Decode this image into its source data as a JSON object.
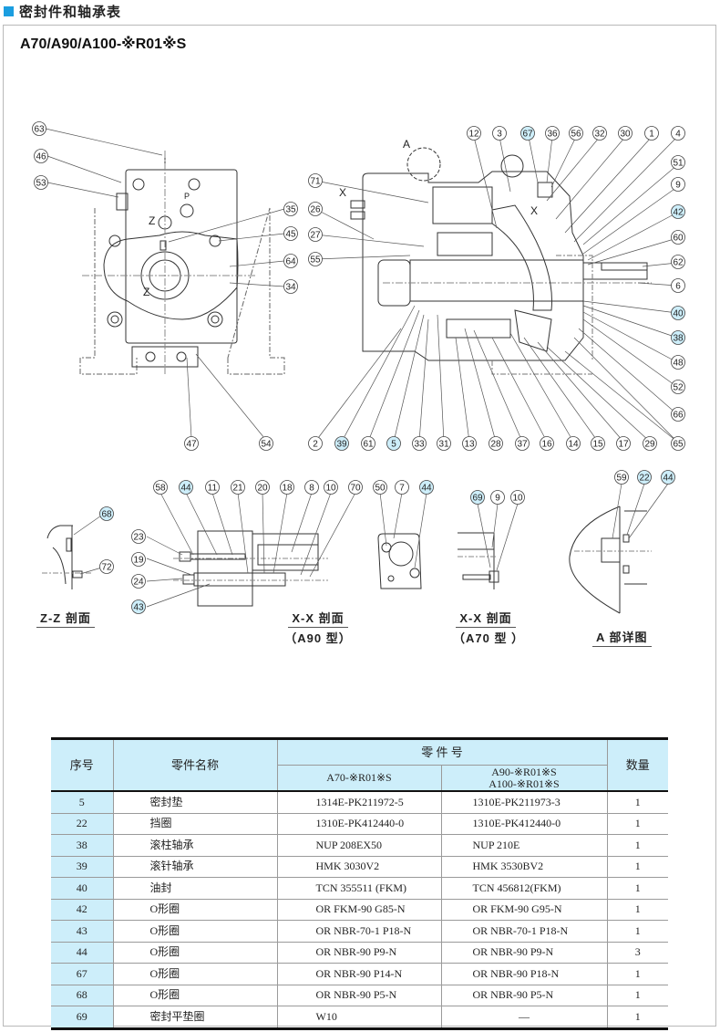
{
  "section": {
    "title": "密封件和轴承表",
    "accent_color": "#1b9ee0"
  },
  "model_title": "A70/A90/A100-※R01※S",
  "drawing": {
    "front_view_labels": [
      "63",
      "46",
      "53",
      "35",
      "45",
      "64",
      "34",
      "47",
      "54"
    ],
    "front_view_marks": {
      "z1": "Z",
      "z2": "Z",
      "p": "P"
    },
    "section_view_labels_top": [
      "12",
      "3",
      "67",
      "36",
      "56",
      "32",
      "30",
      "1",
      "4"
    ],
    "section_view_labels_left": [
      "71",
      "26",
      "27",
      "55"
    ],
    "section_view_labels_right": [
      "51",
      "9",
      "42",
      "60",
      "62",
      "6",
      "40",
      "38",
      "48",
      "52",
      "66"
    ],
    "section_view_labels_bottom": [
      "2",
      "39",
      "61",
      "5",
      "33",
      "31",
      "13",
      "28",
      "37",
      "16",
      "14",
      "15",
      "17",
      "29",
      "65"
    ],
    "section_view_marks": {
      "a": "A",
      "x1": "X",
      "x2": "X"
    },
    "zz_labels": [
      "68",
      "72"
    ],
    "xx_a90_labels_top": [
      "58",
      "44",
      "11",
      "21",
      "20",
      "18",
      "8",
      "10",
      "70"
    ],
    "xx_a90_labels_left": [
      "23",
      "19",
      "24",
      "43"
    ],
    "cover_labels": [
      "50",
      "7",
      "44"
    ],
    "xx_a70_labels": [
      "69",
      "9",
      "10"
    ],
    "detail_a_labels": [
      "59",
      "22",
      "44"
    ],
    "highlighted_labels": [
      "67",
      "42",
      "40",
      "38",
      "39",
      "5",
      "68",
      "44",
      "43",
      "69",
      "22"
    ],
    "highlight_color": "#cdeefa",
    "captions": {
      "zz": "Z-Z 剖面",
      "xx_a90": "X-X 剖面",
      "xx_a90_sub": "（A90 型）",
      "xx_a70": "X-X 剖面",
      "xx_a70_sub": "（A70 型 ）",
      "detail_a": "A 部详图"
    }
  },
  "table": {
    "headers": {
      "no": "序号",
      "name": "零件名称",
      "part_no": "零 件 号",
      "a70": "A70-※R01※S",
      "a90_line1": "A90-※R01※S",
      "a90_line2": "A100-※R01※S",
      "qty": "数量"
    },
    "rows": [
      {
        "no": "5",
        "name": "密封垫",
        "a70": "1314E-PK211972-5",
        "a90": "1310E-PK211973-3",
        "qty": "1"
      },
      {
        "no": "22",
        "name": "挡圈",
        "a70": "1310E-PK412440-0",
        "a90": "1310E-PK412440-0",
        "qty": "1"
      },
      {
        "no": "38",
        "name": "滚柱轴承",
        "a70": "NUP 208EX50",
        "a90": "NUP 210E",
        "qty": "1"
      },
      {
        "no": "39",
        "name": "滚针轴承",
        "a70": "HMK 3030V2",
        "a90": "HMK 3530BV2",
        "qty": "1"
      },
      {
        "no": "40",
        "name": "油封",
        "a70": "TCN 355511  (FKM)",
        "a90": "TCN 456812(FKM)",
        "qty": "1"
      },
      {
        "no": "42",
        "name": "O形圈",
        "a70": "OR FKM-90 G85-N",
        "a90": "OR FKM-90 G95-N",
        "qty": "1"
      },
      {
        "no": "43",
        "name": "O形圈",
        "a70": "OR NBR-70-1 P18-N",
        "a90": "OR NBR-70-1 P18-N",
        "qty": "1"
      },
      {
        "no": "44",
        "name": "O形圈",
        "a70": "OR NBR-90 P9-N",
        "a90": "OR NBR-90 P9-N",
        "qty": "3"
      },
      {
        "no": "67",
        "name": "O形圈",
        "a70": "OR NBR-90 P14-N",
        "a90": "OR NBR-90 P18-N",
        "qty": "1"
      },
      {
        "no": "68",
        "name": "O形圈",
        "a70": "OR NBR-90 P5-N",
        "a90": "OR NBR-90 P5-N",
        "qty": "1"
      },
      {
        "no": "69",
        "name": "密封平垫圈",
        "a70": "W10",
        "a90": "—",
        "qty": "1"
      }
    ]
  }
}
